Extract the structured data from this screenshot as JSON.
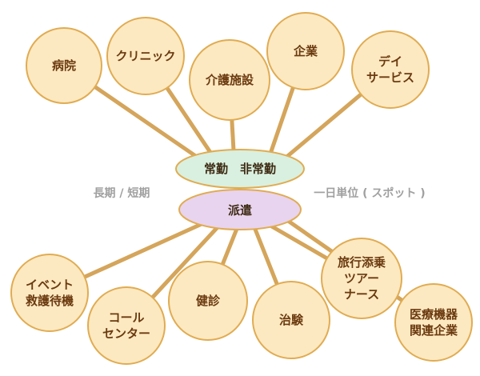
{
  "colors": {
    "node_fill": "#fde9c1",
    "node_stroke": "#e0ac52",
    "line": "#d4a55b",
    "hub_top_fill": "#d9f0e0",
    "hub_top_stroke": "#e0ac52",
    "hub_bottom_fill": "#e9d4ef",
    "hub_bottom_stroke": "#e0ac52",
    "side_text": "#a0a0a0"
  },
  "hub": {
    "top_label": "常勤　非常勤",
    "bottom_label": "派遣"
  },
  "side_labels": {
    "left": "長期 / 短期",
    "right": "一日単位 ( スポット )"
  },
  "top_nodes": [
    {
      "id": "hospital",
      "lines": [
        "病院"
      ]
    },
    {
      "id": "clinic",
      "lines": [
        "クリニック"
      ]
    },
    {
      "id": "care-facility",
      "lines": [
        "介護施設"
      ]
    },
    {
      "id": "company",
      "lines": [
        "企業"
      ]
    },
    {
      "id": "day-service",
      "lines": [
        "デイ",
        "サービス"
      ]
    }
  ],
  "bottom_nodes": [
    {
      "id": "event-rescue",
      "lines": [
        "イベント",
        "救護待機"
      ]
    },
    {
      "id": "call-center",
      "lines": [
        "コール",
        "センター"
      ]
    },
    {
      "id": "health-checkup",
      "lines": [
        "健診"
      ]
    },
    {
      "id": "clinical-trial",
      "lines": [
        "治験"
      ]
    },
    {
      "id": "travel-nurse",
      "lines": [
        "旅行添乗",
        "ツアー",
        "ナース"
      ]
    },
    {
      "id": "medical-device",
      "lines": [
        "医療機器",
        "関連企業"
      ]
    }
  ]
}
